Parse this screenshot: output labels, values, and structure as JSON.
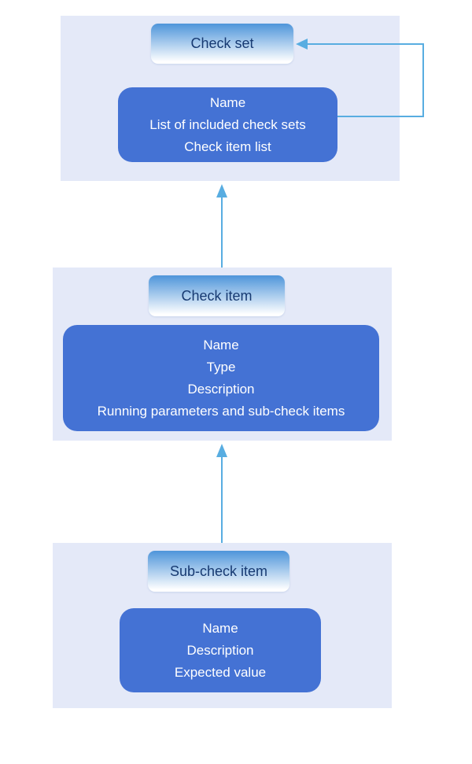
{
  "colors": {
    "panel_bg": "#e4e9f8",
    "box_bg": "#4472d4",
    "box_text": "#ffffff",
    "header_text": "#173a72",
    "header_grad_top": "#4e95da",
    "header_grad_bottom": "#ffffff",
    "arrow": "#58ade1"
  },
  "sections": [
    {
      "header": "Check set",
      "fields": [
        "Name",
        "List of included check sets",
        "Check item list"
      ]
    },
    {
      "header": "Check item",
      "fields": [
        "Name",
        "Type",
        "Description",
        "Running parameters and sub-check items"
      ]
    },
    {
      "header": "Sub-check item",
      "fields": [
        "Name",
        "Description",
        "Expected value"
      ]
    }
  ]
}
